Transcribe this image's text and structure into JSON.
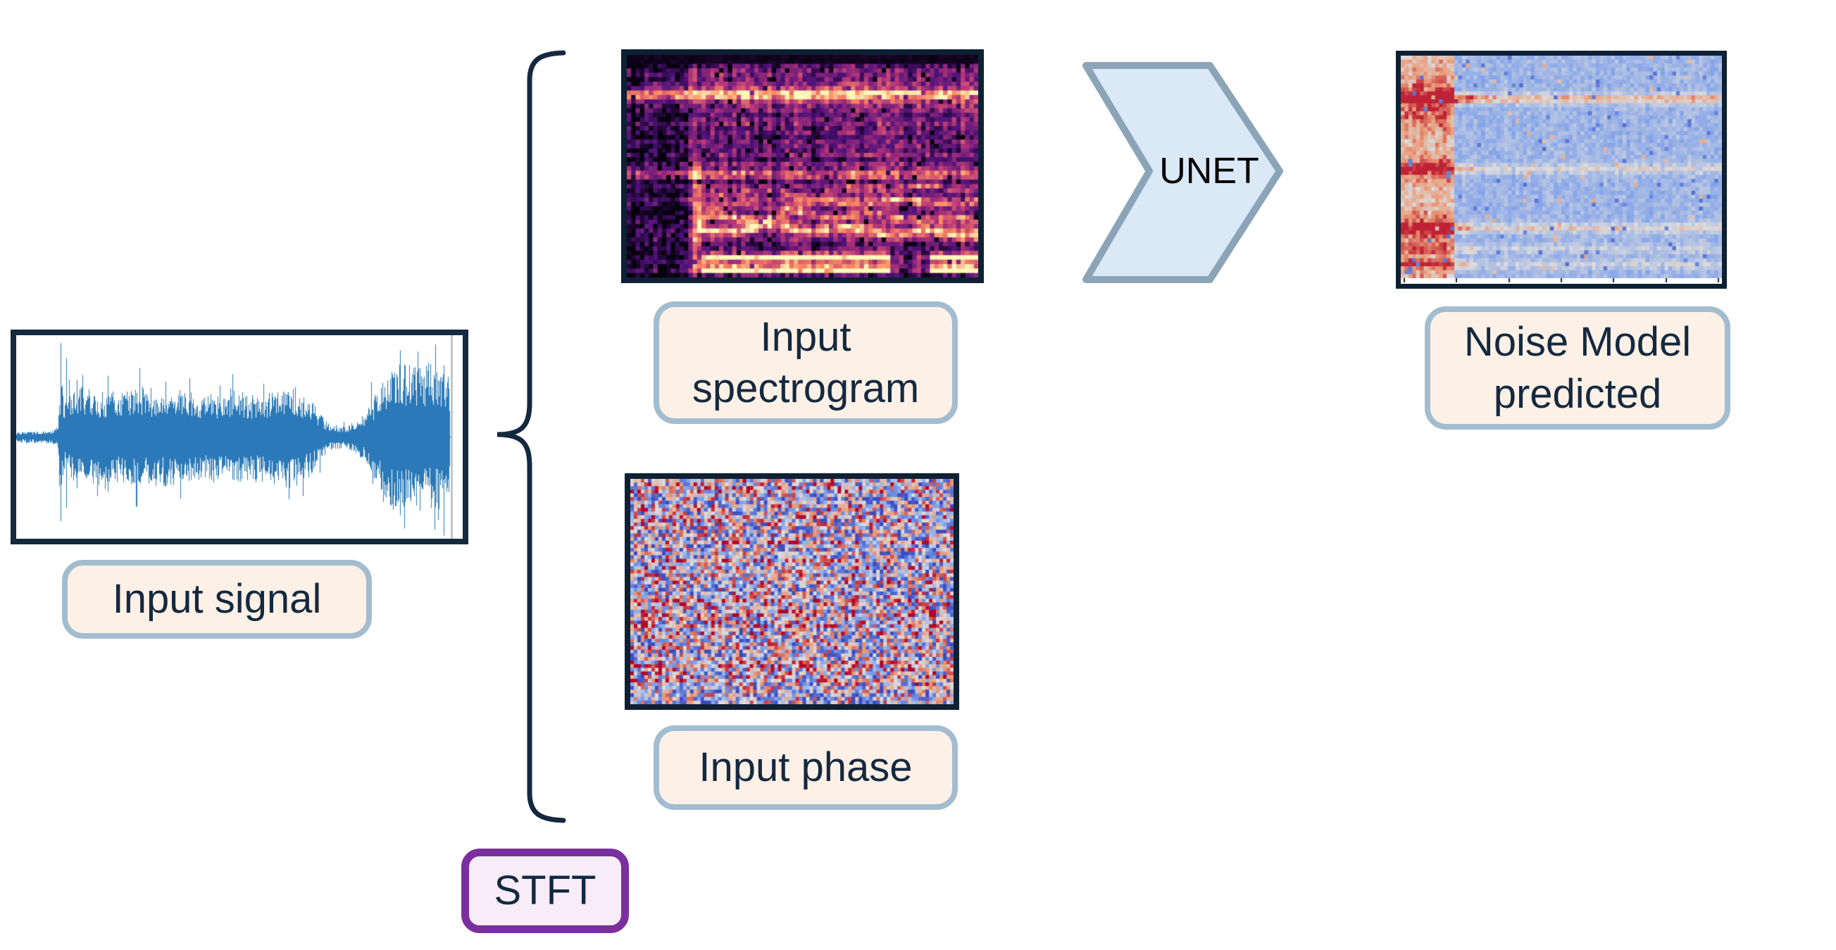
{
  "labels": {
    "input_signal": "Input signal",
    "input_spectrogram": "Input spectrogram",
    "input_phase": "Input phase",
    "stft": "STFT",
    "unet": "UNET",
    "noise_model": "Noise Model predicted"
  },
  "theme": {
    "background": "#ffffff",
    "ink": "#14293f",
    "pill_bg": "#fdf0e6",
    "pill_border": "#a3bccf",
    "purple_border": "#7b2f9e",
    "purple_bg": "#f8ecf8",
    "chevron_fill": "#dbe8f6",
    "chevron_stroke": "#8ba4b8",
    "image_border": "#0e2033",
    "plot_border": "#15293f",
    "unet_text_color": "#000000",
    "waveform_color": "#2b79b8",
    "playhead_color": "#a8a8a8"
  },
  "waveform": {
    "seed": 7,
    "playhead_frac": 0.972,
    "envelope": [
      [
        0.0,
        0.05
      ],
      [
        0.08,
        0.06
      ],
      [
        0.093,
        0.1
      ],
      [
        0.1,
        0.55
      ],
      [
        0.108,
        0.32
      ],
      [
        0.13,
        0.45
      ],
      [
        0.22,
        0.42
      ],
      [
        0.32,
        0.46
      ],
      [
        0.42,
        0.4
      ],
      [
        0.55,
        0.42
      ],
      [
        0.62,
        0.48
      ],
      [
        0.66,
        0.34
      ],
      [
        0.7,
        0.12
      ],
      [
        0.74,
        0.1
      ],
      [
        0.78,
        0.22
      ],
      [
        0.81,
        0.46
      ],
      [
        0.845,
        0.68
      ],
      [
        0.9,
        0.7
      ],
      [
        0.95,
        0.66
      ],
      [
        0.971,
        0.55
      ],
      [
        0.9715,
        0.0
      ],
      [
        1.0,
        0.0
      ]
    ],
    "spikes": [
      {
        "frac": 0.1,
        "amp": 0.95
      },
      {
        "frac": 0.112,
        "amp": 0.8
      },
      {
        "frac": 0.135,
        "amp": 0.58
      },
      {
        "frac": 0.205,
        "amp": 0.62
      },
      {
        "frac": 0.335,
        "amp": 0.56
      },
      {
        "frac": 0.86,
        "amp": 0.88
      }
    ]
  },
  "heatmaps": {
    "spectrogram": {
      "description": "STFT magnitude spectrogram, magma colormap, bright harmonic lines",
      "colormap": "magma",
      "cols": 80,
      "rows": 50,
      "seed": 3,
      "dark_top_rows": 2,
      "dark_left_frac": 0.17,
      "bright_rows": [
        {
          "frac": 0.17,
          "strength": 0.6
        },
        {
          "frac": 0.52,
          "strength": 0.32
        }
      ],
      "harmonics": [
        0.6,
        0.66,
        0.72,
        0.78
      ],
      "bottom_bright": [
        0.9,
        0.955
      ],
      "speckle": 0.05
    },
    "phase": {
      "description": "STFT phase, random red/blue speckle, coolwarm colormap",
      "colormap": "coolwarm",
      "cols": 92,
      "rows": 62,
      "seed": 11
    },
    "noise": {
      "description": "UNET predicted noise model, coolwarm colormap, mostly light blue with warm left band and warm horizontal lines",
      "colormap": "coolwarm",
      "cols": 84,
      "rows": 56,
      "seed": 5,
      "base": 0.34,
      "warm_left_frac": 0.16,
      "warm_rows": [
        {
          "frac": 0.185,
          "strength": 0.34
        },
        {
          "frac": 0.5,
          "strength": 0.16
        },
        {
          "frac": 0.765,
          "strength": 0.22
        },
        {
          "frac": 0.86,
          "strength": 0.1
        },
        {
          "frac": 0.93,
          "strength": 0.12
        }
      ],
      "axis_ticks": 7
    }
  }
}
